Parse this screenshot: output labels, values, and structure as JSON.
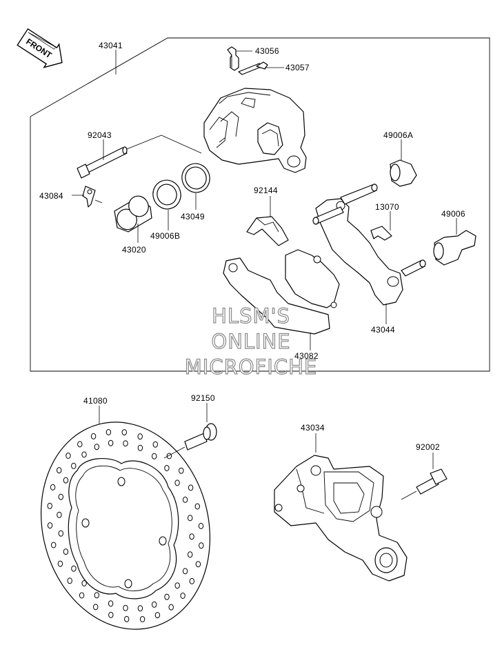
{
  "front_badge": "FRONT",
  "parts": [
    {
      "id": "p43041",
      "label": "43041"
    },
    {
      "id": "p43056",
      "label": "43056"
    },
    {
      "id": "p43057",
      "label": "43057"
    },
    {
      "id": "p92043",
      "label": "92043"
    },
    {
      "id": "p43084",
      "label": "43084"
    },
    {
      "id": "p49006A",
      "label": "49006A"
    },
    {
      "id": "p92144",
      "label": "92144"
    },
    {
      "id": "p13070",
      "label": "13070"
    },
    {
      "id": "p49006",
      "label": "49006"
    },
    {
      "id": "p43049",
      "label": "43049"
    },
    {
      "id": "p49006B",
      "label": "49006B"
    },
    {
      "id": "p43020",
      "label": "43020"
    },
    {
      "id": "p43044",
      "label": "43044"
    },
    {
      "id": "p43082",
      "label": "43082"
    },
    {
      "id": "p41080",
      "label": "41080"
    },
    {
      "id": "p92150",
      "label": "92150"
    },
    {
      "id": "p43034",
      "label": "43034"
    },
    {
      "id": "p92002",
      "label": "92002"
    }
  ],
  "watermark": {
    "line1": "HLSM'S",
    "line2": "ONLINE",
    "line3": "MICROFICHE"
  }
}
